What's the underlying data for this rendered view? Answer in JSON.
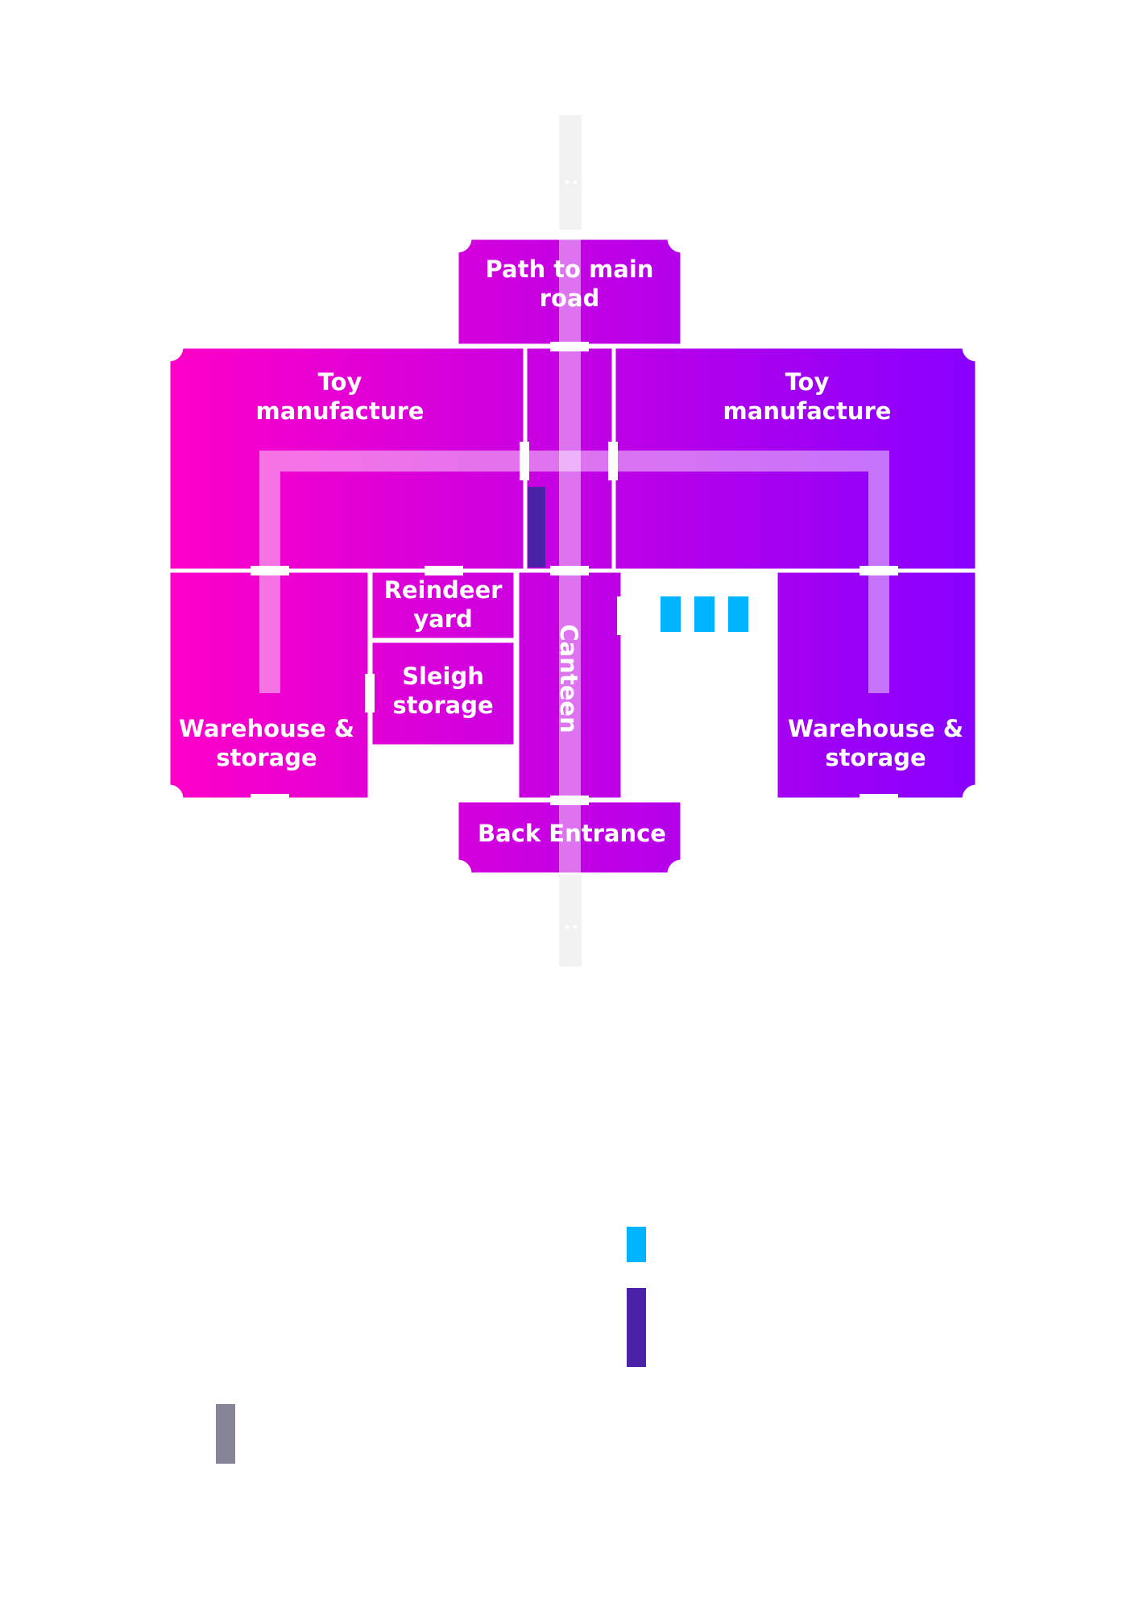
{
  "rooms": {
    "path_to_main_road": "Path to main\nroad",
    "toy_manufacture_left": "Toy\nmanufacture",
    "toy_manufacture_right": "Toy\nmanufacture",
    "reindeer_yard": "Reindeer\nyard",
    "sleigh_storage": "Sleigh\nstorage",
    "canteen": "Canteen",
    "warehouse_left": "Warehouse &\nstorage",
    "warehouse_right": "Warehouse &\nstorage",
    "back_entrance": "Back Entrance"
  },
  "colors": {
    "gradient_start": "#ff00c8",
    "gradient_end": "#8800ff",
    "path_overlay": "#ffffff",
    "marker_blue": "#00b4ff",
    "marker_indigo": "#4a22a8",
    "marker_gray": "#858598",
    "walkway": "#f2f2f2"
  },
  "markers": [
    {
      "name": "blue-marker-1",
      "color": "marker_blue"
    },
    {
      "name": "blue-marker-2",
      "color": "marker_blue"
    },
    {
      "name": "blue-marker-3",
      "color": "marker_blue"
    },
    {
      "name": "indigo-marker",
      "color": "marker_indigo"
    }
  ],
  "legend": [
    {
      "name": "legend-blue-swatch",
      "color": "marker_blue"
    },
    {
      "name": "legend-indigo-swatch",
      "color": "marker_indigo"
    },
    {
      "name": "legend-gray-swatch",
      "color": "marker_gray"
    }
  ]
}
